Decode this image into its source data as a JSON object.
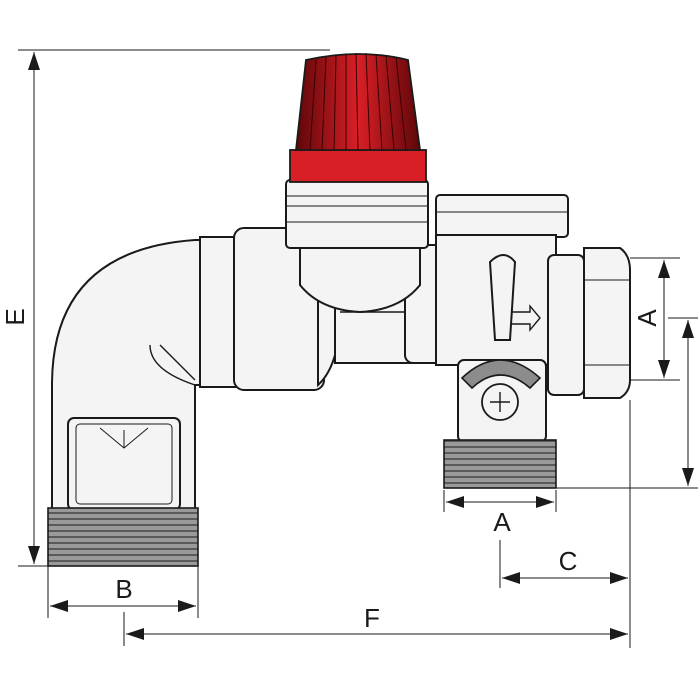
{
  "labels": {
    "E": "E",
    "A_right": "A",
    "A_bottom": "A",
    "B": "B",
    "C": "C",
    "F": "F"
  },
  "colors": {
    "cap_red": "#d91f26",
    "cap_dark": "#7a0a0f",
    "metal": "#f4f4f4",
    "thread": "#8c8c8c"
  }
}
